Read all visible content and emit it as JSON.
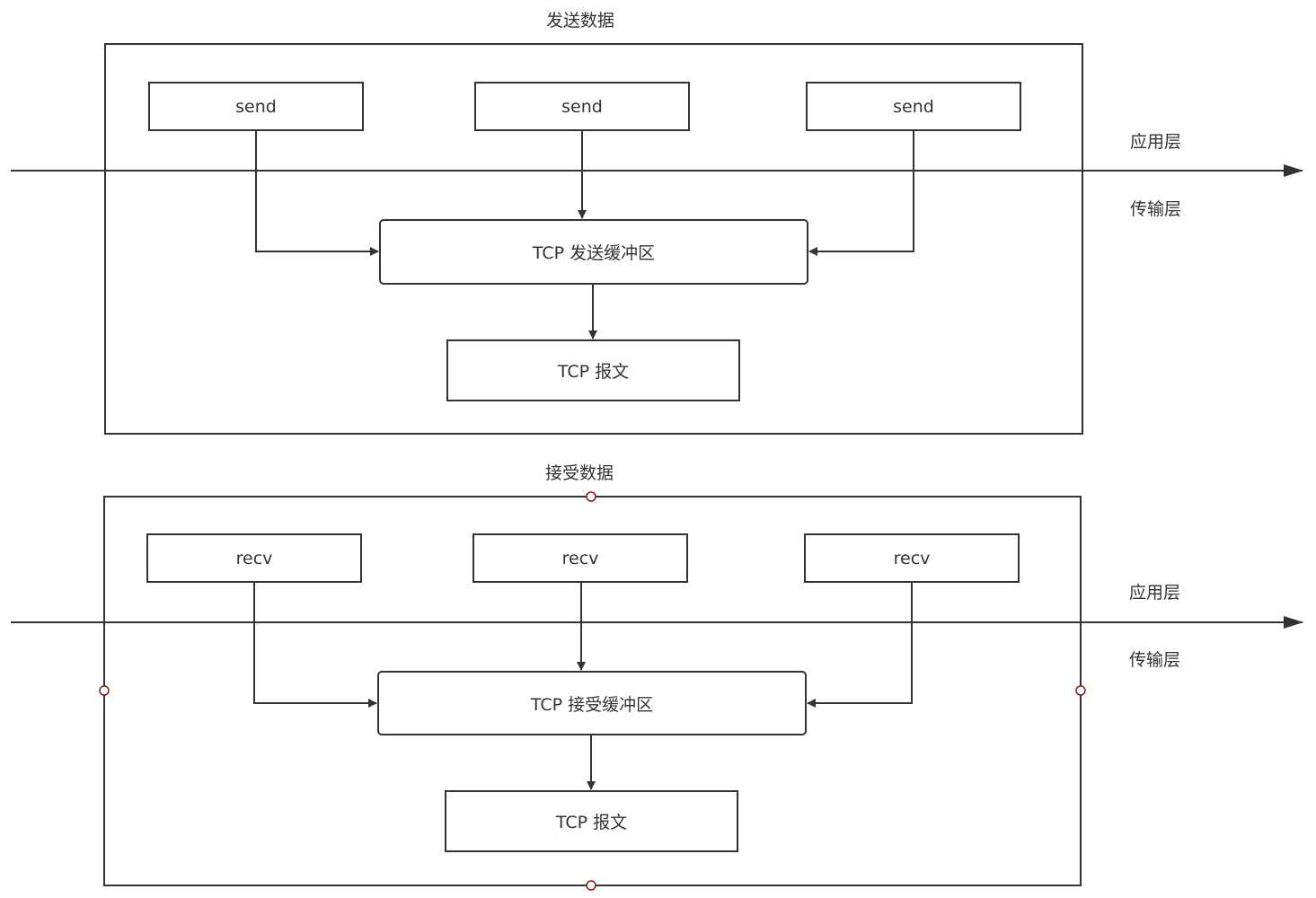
{
  "send_panel": {
    "title": "发送数据",
    "calls": [
      "send",
      "send",
      "send"
    ],
    "buffer": "TCP 发送缓冲区",
    "segment": "TCP 报文",
    "layer_top": "应用层",
    "layer_bottom": "传输层"
  },
  "recv_panel": {
    "title": "接受数据",
    "calls": [
      "recv",
      "recv",
      "recv"
    ],
    "buffer": "TCP 接受缓冲区",
    "segment": "TCP 报文",
    "layer_top": "应用层",
    "layer_bottom": "传输层"
  },
  "colors": {
    "stroke": "#333333",
    "handle": "#8b1a1a"
  }
}
